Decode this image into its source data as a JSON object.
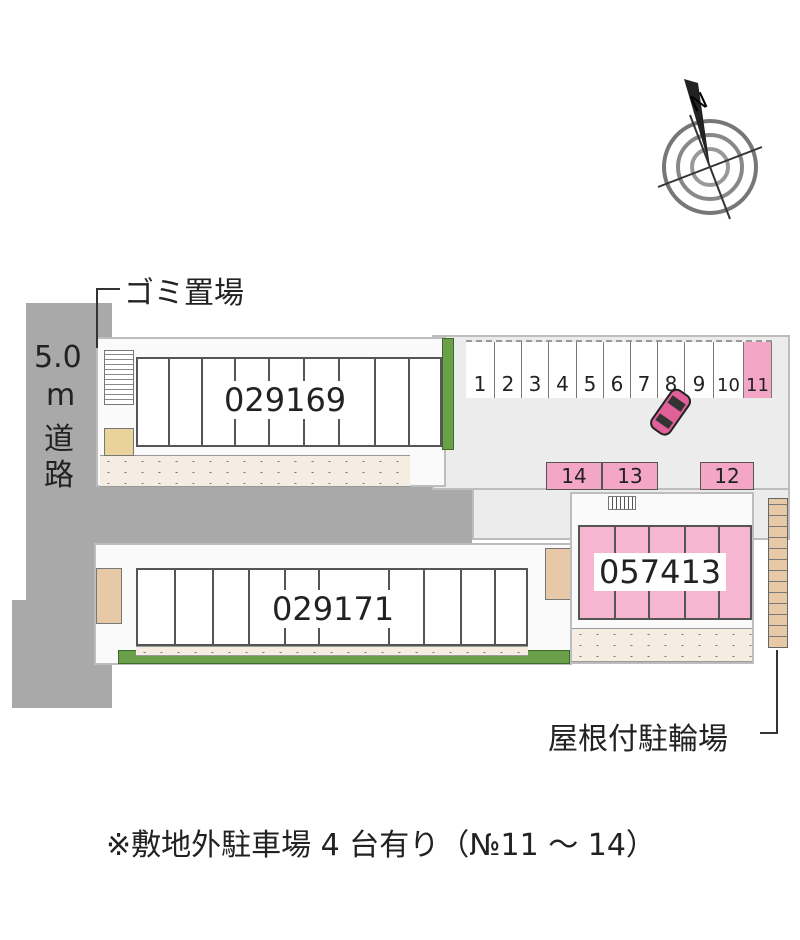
{
  "road_label": [
    "5.0",
    "m",
    "道",
    "路"
  ],
  "garbage_label": "ゴミ置場",
  "bicycle_label": "屋根付駐輪場",
  "buildings": [
    {
      "id": "029169",
      "highlight": false
    },
    {
      "id": "029171",
      "highlight": false
    },
    {
      "id": "057413",
      "highlight": true
    }
  ],
  "parking_spaces": [
    "1",
    "2",
    "3",
    "4",
    "5",
    "6",
    "7",
    "8",
    "9",
    "10",
    "11"
  ],
  "highlighted_space": "11",
  "offsite_spaces": [
    "14",
    "13",
    "12"
  ],
  "compass": {
    "north_label": "N"
  },
  "footnote": "※敷地外駐車場 4 台有り（№11 ～ 14）",
  "colors": {
    "road": "#a9a9a9",
    "lot": "#ececec",
    "highlight": "#f3a6c6",
    "hedge": "#6aa04a"
  }
}
